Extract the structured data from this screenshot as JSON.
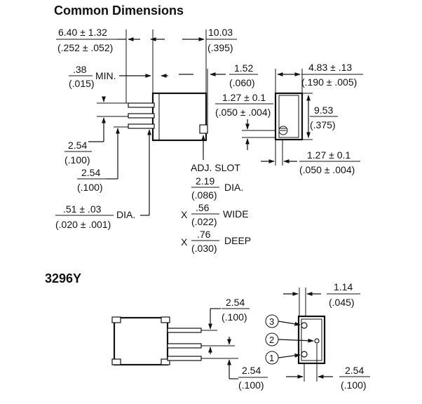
{
  "sections": {
    "common_title": "Common Dimensions",
    "model_title": "3296Y"
  },
  "dims": {
    "length_mm": "6.40 ± 1.32",
    "length_in": "(.252 ± .052)",
    "width_mm": "10.03",
    "width_in": "(.395)",
    "standoff_mm": ".38",
    "standoff_in": "(.015)",
    "standoff_suffix": "MIN.",
    "shaft_mm": "1.52",
    "shaft_in": "(.060)",
    "side_mm": "4.83 ± .13",
    "side_in": "(.190 ± .005)",
    "gap_mm": "1.27 ± 0.1",
    "gap_in": "(.050 ± .004)",
    "height_mm": "9.53",
    "height_in": "(.375)",
    "pin_offset_mm": "1.27 ± 0.1",
    "pin_offset_in": "(.050 ± .004)",
    "pitch1_mm": "2.54",
    "pitch1_in": "(.100)",
    "pitch2_mm": "2.54",
    "pitch2_in": "(.100)",
    "adj_slot": "ADJ. SLOT",
    "slot_dia_mm": "2.19",
    "slot_dia_in": "(.086)",
    "slot_dia_suffix": "DIA.",
    "x1": "X",
    "slot_wide_mm": ".56",
    "slot_wide_in": "(.022)",
    "slot_wide_suffix": "WIDE",
    "x2": "X",
    "slot_deep_mm": ".76",
    "slot_deep_in": "(.030)",
    "slot_deep_suffix": "DEEP",
    "pin_dia_mm": ".51 ± .03",
    "pin_dia_in": "(.020 ± .001)",
    "pin_dia_suffix": "DIA."
  },
  "model": {
    "pitch_a_mm": "2.54",
    "pitch_a_in": "(.100)",
    "top_mm": "1.14",
    "top_in": "(.045)",
    "bottom_left_mm": "2.54",
    "bottom_left_in": "(.100)",
    "bottom_right_mm": "2.54",
    "bottom_right_in": "(.100)",
    "pins": [
      {
        "label": "3"
      },
      {
        "label": "2"
      },
      {
        "label": "1"
      }
    ]
  }
}
